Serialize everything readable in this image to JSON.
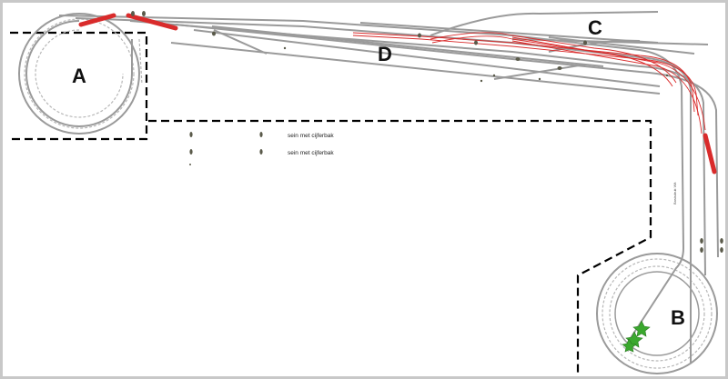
{
  "labels": {
    "zone_a": "A",
    "zone_b": "B",
    "zone_c": "C",
    "zone_d": "D"
  },
  "notes": {
    "signal_legend_1": "sein met cijferbak",
    "signal_legend_2": "sein met cijferbak",
    "small_track_text": "Basisdruk Wit"
  },
  "colors": {
    "track": "#9a9a9a",
    "track_dark": "#7d7d7d",
    "highlight": "#d92b2b",
    "boundary": "#000000",
    "tree": "#3aa82e",
    "frame": "#c8c8c8"
  },
  "icons": {
    "signal": "signal-icon",
    "tree": "tree-icon"
  }
}
